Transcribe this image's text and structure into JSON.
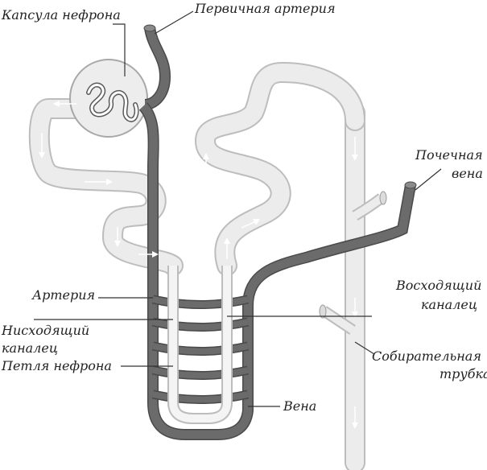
{
  "labels": {
    "capsule": "Капсула нефрона",
    "primary_artery": "Первичная артерия",
    "renal_vein_1": "Почечная",
    "renal_vein_2": "вена",
    "artery": "Артерия",
    "ascending_1": "Восходящий",
    "ascending_2": "каналец",
    "descending_1": "Нисходящий",
    "descending_2": "каналец",
    "loop": "Петля нефрона",
    "collecting_1": "Собирательная",
    "collecting_2": "трубка",
    "vein": "Вена"
  },
  "colors": {
    "tubule_fill": "#e8e8e8",
    "tubule_edge": "#bdbdbd",
    "vessel_dark": "#6b6b6b",
    "vessel_edge": "#4a4a4a",
    "text": "#222222"
  }
}
